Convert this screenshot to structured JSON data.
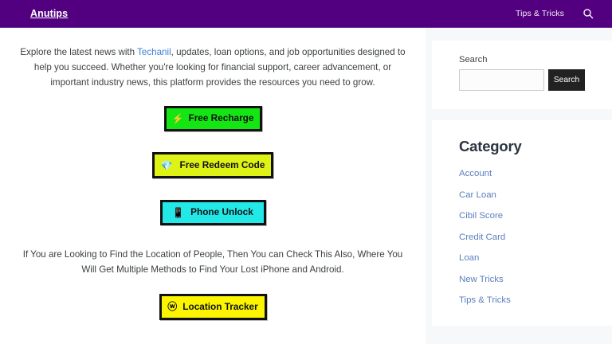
{
  "header": {
    "logo": "Anutips",
    "nav_link": "Tips & Tricks",
    "search_icon": "search-icon",
    "background_color": "#520080"
  },
  "main": {
    "intro": {
      "before_link": "Explore the latest news with ",
      "link_text": "Techanil",
      "after_link": ", updates, loan options, and job opportunities designed to help you succeed. Whether you're looking for financial support, career advancement, or important industry news, this platform provides the resources you need to grow."
    },
    "buttons": [
      {
        "label": "Free Recharge",
        "icon": "⚡",
        "icon_name": "lightning-bolt-icon",
        "color": "#14e614"
      },
      {
        "label": "Free Redeem Code",
        "icon": "💎",
        "icon_name": "gem-icon",
        "color": "#dff216"
      },
      {
        "label": "Phone Unlock",
        "icon": "📱",
        "icon_name": "mobile-phone-icon",
        "color": "#22e8e8"
      },
      {
        "label": "Location Tracker",
        "icon": "ⓦ",
        "icon_name": "whatsapp-icon",
        "color": "#fbf500"
      }
    ],
    "secondary_text": "If You are Looking to Find the Location of People, Then You can Check This Also, Where You Will Get Multiple Methods to Find Your Lost iPhone and Android."
  },
  "sidebar": {
    "search_widget": {
      "label": "Search",
      "input_value": "",
      "input_placeholder": "",
      "button_label": "Search"
    },
    "category_widget": {
      "title": "Category",
      "items": [
        {
          "label": "Account"
        },
        {
          "label": "Car Loan"
        },
        {
          "label": "Cibil Score"
        },
        {
          "label": "Credit Card"
        },
        {
          "label": "Loan"
        },
        {
          "label": "New Tricks"
        },
        {
          "label": "Tips & Tricks"
        }
      ]
    }
  }
}
